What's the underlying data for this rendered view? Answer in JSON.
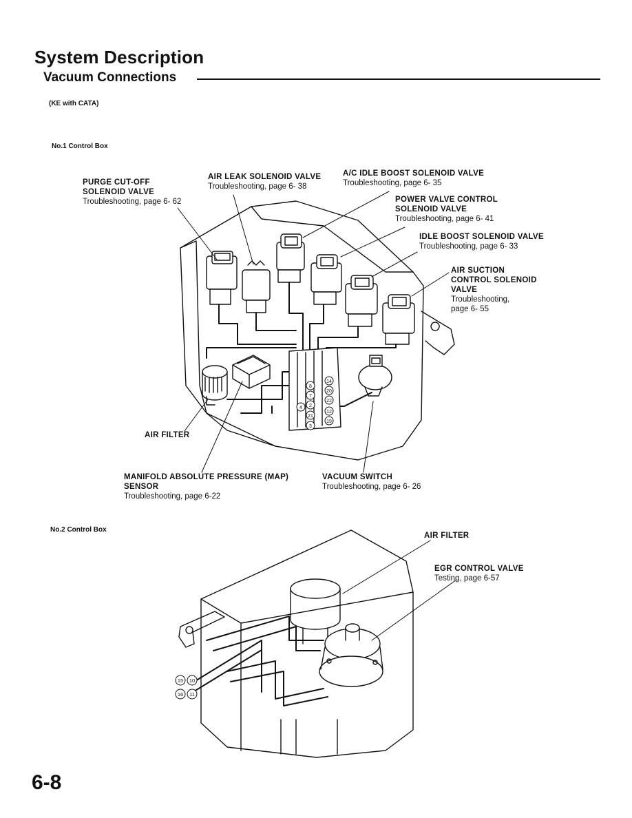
{
  "header": {
    "title": "System Description",
    "subtitle": "Vacuum Connections",
    "variant": "(KE with CATA)"
  },
  "box1": {
    "title": "No.1 Control Box",
    "labels": {
      "purge": {
        "name": [
          "PURGE CUT-OFF",
          "SOLENOID VALVE"
        ],
        "ref": "Troubleshooting, page 6- 62"
      },
      "air_leak": {
        "name": [
          "AIR LEAK SOLENOID VALVE"
        ],
        "ref": "Troubleshooting, page 6- 38"
      },
      "ac_idle": {
        "name": [
          "A/C IDLE BOOST SOLENOID VALVE"
        ],
        "ref": "Troubleshooting, page 6- 35"
      },
      "power_valve": {
        "name": [
          "POWER VALVE CONTROL",
          "SOLENOID VALVE"
        ],
        "ref": "Troubleshooting, page 6- 41"
      },
      "idle_boost": {
        "name": [
          "IDLE BOOST SOLENOID VALVE"
        ],
        "ref": "Troubleshooting, page 6- 33"
      },
      "air_suction": {
        "name": [
          "AIR SUCTION",
          "CONTROL SOLENOID",
          "VALVE"
        ],
        "ref": [
          "Troubleshooting,",
          "page 6- 55"
        ]
      },
      "air_filter": {
        "name": [
          "AIR FILTER"
        ]
      },
      "map_sensor": {
        "name": [
          "MANIFOLD ABSOLUTE PRESSURE (MAP)",
          "SENSOR"
        ],
        "ref": "Troubleshooting, page 6-22"
      },
      "vacuum_switch": {
        "name": [
          "VACUUM SWITCH"
        ],
        "ref": "Troubleshooting, page 6- 26"
      }
    },
    "port_numbers": [
      "14",
      "8",
      "20",
      "7",
      "22",
      "2",
      "4",
      "21",
      "12",
      "3",
      "19"
    ]
  },
  "box2": {
    "title": "No.2 Control Box",
    "labels": {
      "air_filter": {
        "name": [
          "AIR FILTER"
        ]
      },
      "egr": {
        "name": [
          "EGR CONTROL VALVE"
        ],
        "ref": "Testing, page 6-57"
      }
    },
    "port_numbers": [
      "15",
      "10",
      "16",
      "11"
    ]
  },
  "footer": {
    "page_number": "6-8"
  }
}
